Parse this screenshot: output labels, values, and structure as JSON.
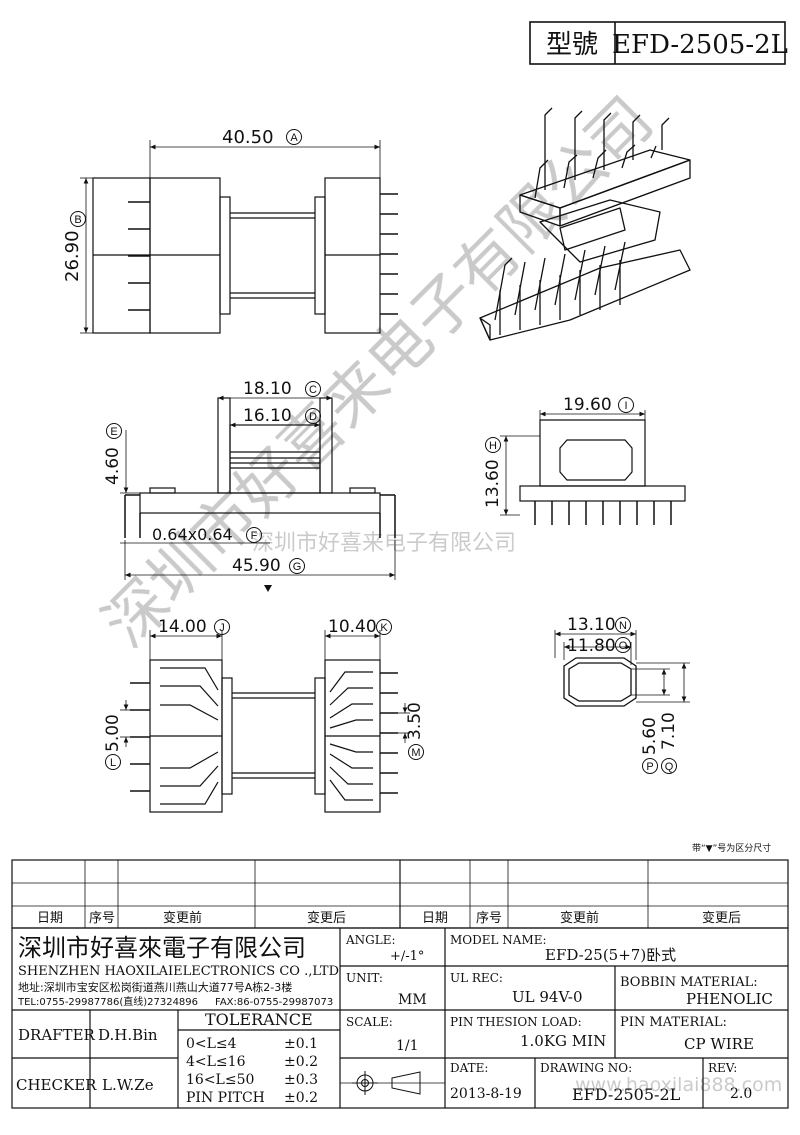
{
  "title_block": {
    "type_label": "型號",
    "model": "EFD-2505-2L"
  },
  "dims": {
    "A": "40.50",
    "B": "26.90",
    "C": "18.10",
    "D": "16.10",
    "E": "4.60",
    "F": "0.64x0.64",
    "G": "45.90",
    "H": "13.60",
    "I": "19.60",
    "J": "14.00",
    "K": "10.40",
    "L": "5.00",
    "M": "3.50",
    "N": "13.10",
    "O": "11.80",
    "P": "5.60",
    "Q": "7.10"
  },
  "dim_letters": [
    "A",
    "B",
    "C",
    "D",
    "E",
    "F",
    "G",
    "H",
    "I",
    "J",
    "K",
    "L",
    "M",
    "N",
    "O",
    "P",
    "Q"
  ],
  "watermark": {
    "main": "深圳市好喜来电子有限公司",
    "center": "深圳市好喜来电子有限公司",
    "site": "www.haoxilai888.com"
  },
  "note": "带“▼”号为区分尺寸",
  "revision": {
    "headers": [
      "日期",
      "序号",
      "变更前",
      "变更后",
      "日期",
      "序号",
      "变更前",
      "变更后"
    ]
  },
  "company": {
    "name_cn": "深圳市好喜來電子有限公司",
    "name_en": "SHENZHEN HAOXILAIELECTRONICS CO .,LTD",
    "address": "地址:深圳市宝安区松岗街道燕川燕山大道77号A栋2-3楼",
    "tel": "TEL:0755-29987786(直线)27324896",
    "fax": "FAX:86-0755-29987073"
  },
  "fields": {
    "angle_label": "ANGLE:",
    "angle_value": "+/-1°",
    "model_name_label": "MODEL NAME:",
    "model_name_value": "EFD-25(5+7)卧式",
    "unit_label": "UNIT:",
    "unit_value": "MM",
    "ul_rec_label": "UL REC:",
    "ul_rec_value": "UL 94V-0",
    "bobbin_label": "BOBBIN MATERIAL:",
    "bobbin_value": "PHENOLIC",
    "scale_label": "SCALE:",
    "scale_value": "1/1",
    "pin_load_label": "PIN THESION LOAD:",
    "pin_load_value": "1.0KG MIN",
    "pin_mat_label": "PIN MATERIAL:",
    "pin_mat_value": "CP  WIRE",
    "date_label": "DATE:",
    "date_value": "2013-8-19",
    "drawing_no_label": "DRAWING NO:",
    "drawing_no_value": "EFD-2505-2L",
    "rev_label": "REV:",
    "rev_value": "2.0",
    "drafter_label": "DRAFTER",
    "drafter_value": "D.H.Bin",
    "checker_label": "CHECKER",
    "checker_value": "L.W.Ze"
  },
  "tolerance": {
    "title": "TOLERANCE",
    "rows": [
      {
        "range": "0<L≤4",
        "tol": "±0.1"
      },
      {
        "range": "4<L≤16",
        "tol": "±0.2"
      },
      {
        "range": "16<L≤50",
        "tol": "±0.3"
      },
      {
        "range": "PIN PITCH",
        "tol": "±0.2"
      }
    ]
  }
}
